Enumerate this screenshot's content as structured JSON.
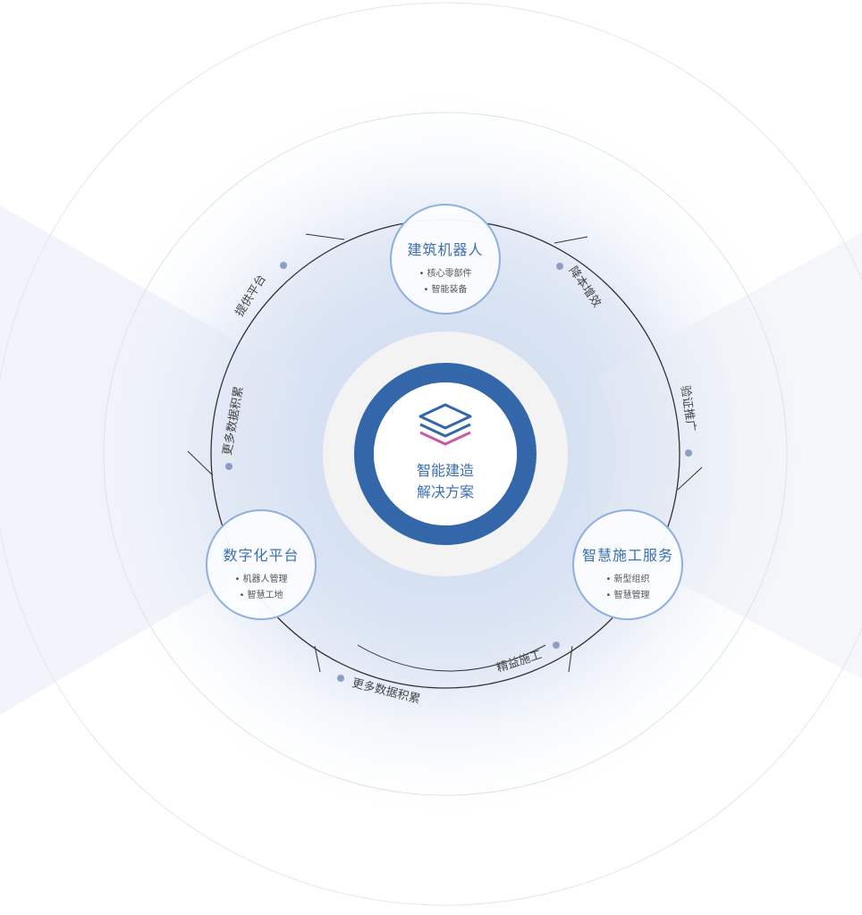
{
  "center": {
    "line1": "智能建造",
    "line2": "解决方案",
    "icon": "layers-icon"
  },
  "nodes": [
    {
      "title": "建筑机器人",
      "items": [
        "核心零部件",
        "智能装备"
      ]
    },
    {
      "title": "数字化平台",
      "items": [
        "机器人管理",
        "智慧工地"
      ]
    },
    {
      "title": "智慧施工服务",
      "items": [
        "新型组织",
        "智慧管理"
      ]
    }
  ],
  "arc_labels": {
    "top_right": "降本增效",
    "right": "验证推广",
    "bottom_right": "精益施工",
    "bottom": "更多数据积累",
    "left": "更多数据积累",
    "top_left": "提供平台"
  },
  "colors": {
    "primary": "#3467a9",
    "accent": "#c95aa0",
    "dot": "#8e9cc8"
  }
}
